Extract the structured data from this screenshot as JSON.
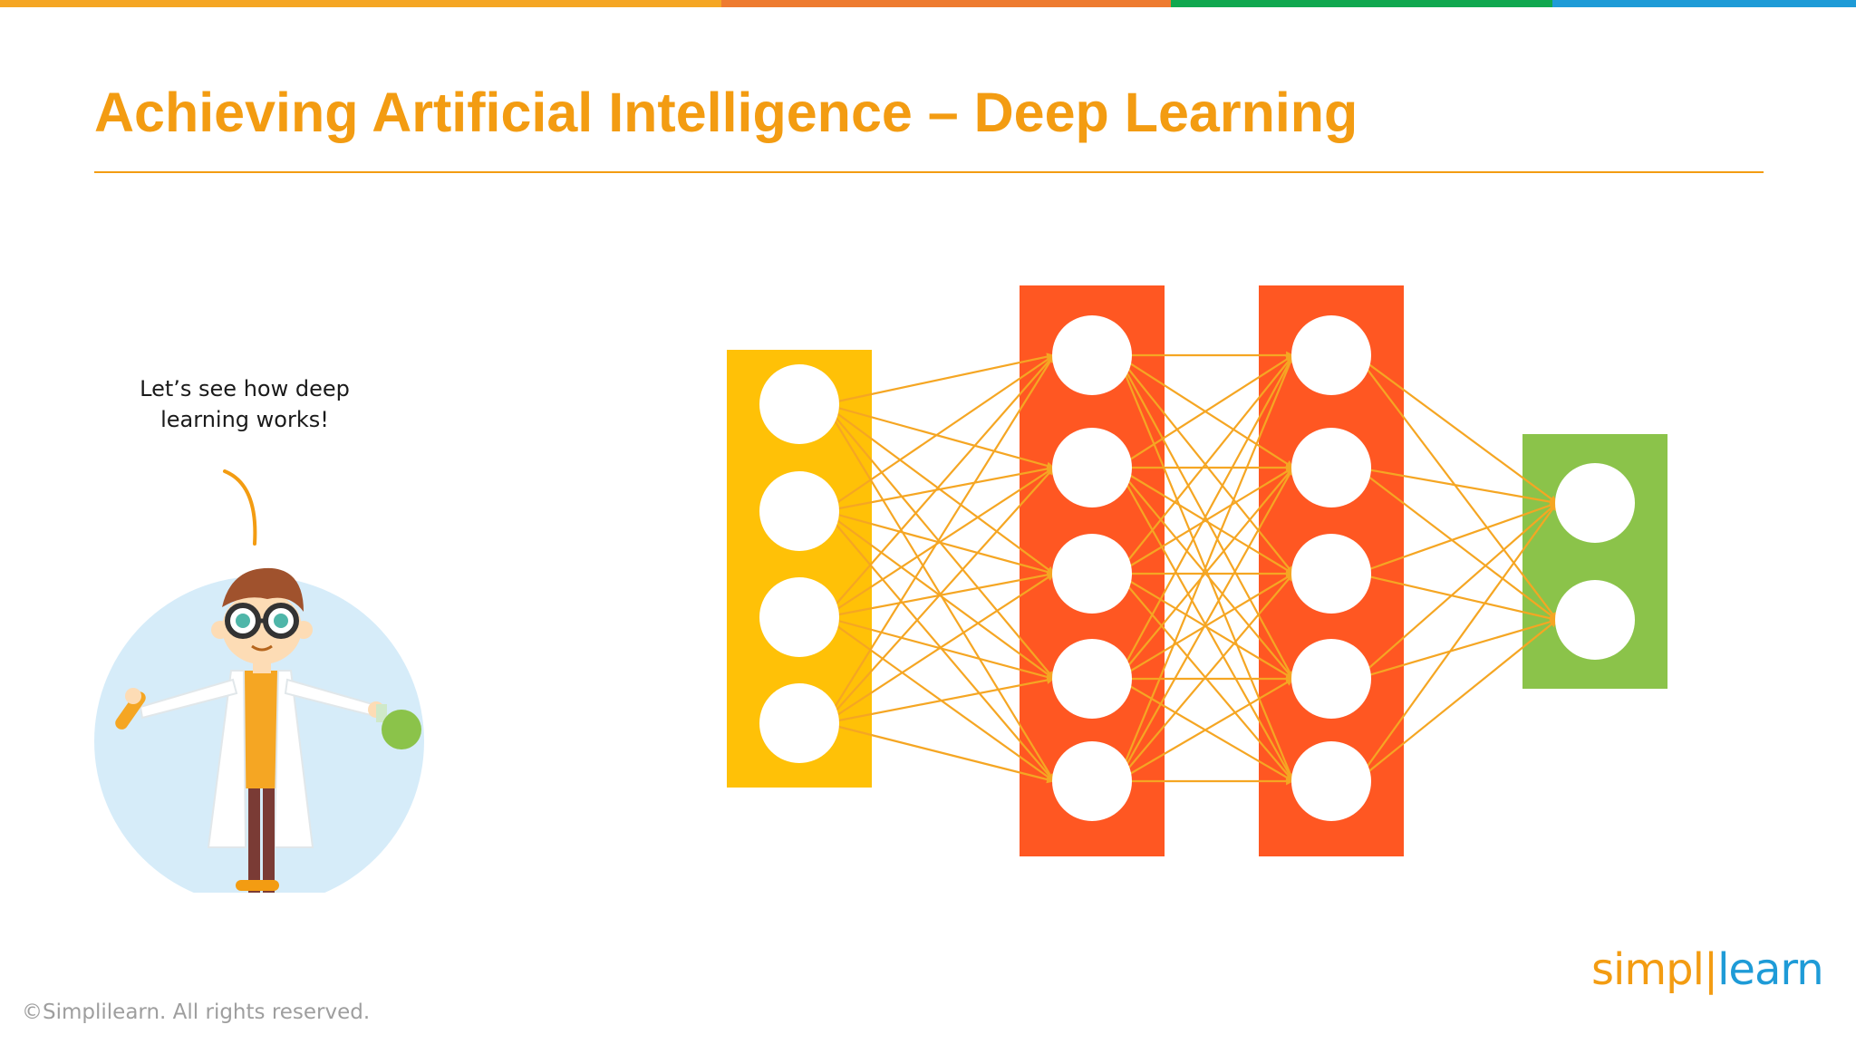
{
  "colors": {
    "accent": "#F39C12",
    "topbar": [
      "#F5A623",
      "#EE7B30",
      "#11A84F",
      "#1E9BD7"
    ],
    "input_layer": "#FFC107",
    "hidden_layer": "#FF5722",
    "output_layer": "#8BC34A",
    "connection": "#F5A623",
    "node": "#FFFFFF",
    "logo_simpl": "#F39C12",
    "logo_learn": "#1E9BD7"
  },
  "slide": {
    "title": "Achieving Artificial Intelligence – Deep Learning"
  },
  "speech": {
    "line1": "Let’s see how deep",
    "line2": "learning works!"
  },
  "character": {
    "icon": "scientist-with-flasks-illustration"
  },
  "network": {
    "layers": [
      {
        "role": "input",
        "nodes": 4
      },
      {
        "role": "hidden",
        "nodes": 5
      },
      {
        "role": "hidden",
        "nodes": 5
      },
      {
        "role": "output",
        "nodes": 2
      }
    ],
    "connectivity": "fully-connected"
  },
  "footer": {
    "copyright": "©Simplilearn. All rights reserved.",
    "logo_part1": "simpl",
    "logo_part2": "learn"
  }
}
